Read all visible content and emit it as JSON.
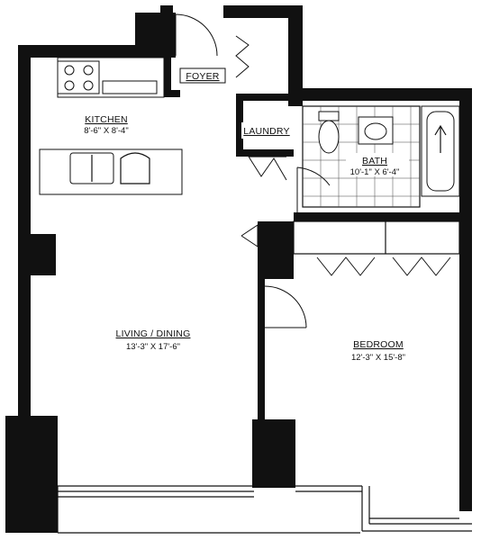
{
  "rooms": {
    "foyer": {
      "name": "FOYER"
    },
    "kitchen": {
      "name": "KITCHEN",
      "dims": "8'-6\" X 8'-4\""
    },
    "laundry": {
      "name": "LAUNDRY"
    },
    "bath": {
      "name": "BATH",
      "dims": "10'-1\" X 6'-4\""
    },
    "living": {
      "name": "LIVING / DINING",
      "dims": "13'-3\" X 17'-6\""
    },
    "bedroom": {
      "name": "BEDROOM",
      "dims": "12'-3\" X 15'-8\""
    }
  },
  "colors": {
    "wall": "#111111",
    "background": "#ffffff"
  }
}
